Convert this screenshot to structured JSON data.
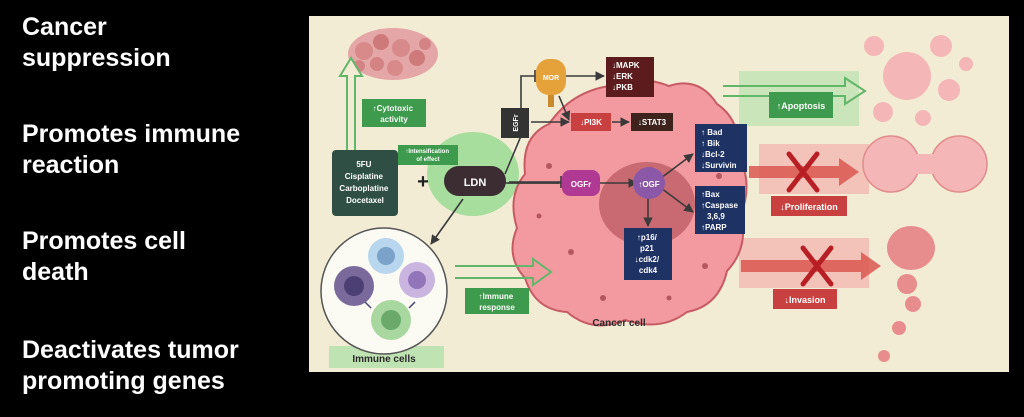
{
  "sidebar": {
    "items": [
      {
        "label": "Cancer\nsuppression"
      },
      {
        "label": "Promotes immune\nreaction"
      },
      {
        "label": "Promotes cell\ndeath"
      },
      {
        "label": "Deactivates tumor\npromoting genes"
      }
    ]
  },
  "diagram": {
    "drug_box": [
      "5FU",
      "Cisplatine",
      "Carboplatine",
      "Docetaxel"
    ],
    "plus": "+",
    "intensification": [
      "↑Intensification",
      "of effect"
    ],
    "cytotoxic": [
      "↑Cytotoxic",
      "activity"
    ],
    "ldn": "LDN",
    "mor": "MOR",
    "egfr": "EGFr",
    "ogfr": "OGFr",
    "ogf": "↑OGF",
    "mapk": [
      "↓MAPK",
      "↓ERK",
      "↓PKB"
    ],
    "pi3k": "↓PI3K",
    "stat3": "↓STAT3",
    "bad_group": [
      "↑ Bad",
      "↑  Bik",
      "↓Bcl-2",
      "↓Survivin"
    ],
    "bax_group": [
      "↑Bax",
      "↑Caspase",
      "3,6,9",
      "↑PARP"
    ],
    "p16_group": [
      "↑p16/",
      "p21",
      "↓cdk2/",
      "cdk4"
    ],
    "apoptosis": "↑Apoptosis",
    "proliferation": "↓Proliferation",
    "invasion": "↓Invasion",
    "immune_response": [
      "↑Immune",
      "response"
    ],
    "cancer_cell": "Cancer cell",
    "immune_cells": "Immune cells"
  },
  "colors": {
    "panel_bg": "#f3ecd5",
    "cancer_cell": "#f29a9f",
    "green_label": "#3e9a4c",
    "dark_green_box": "#2f4f45",
    "navy_box": "#1f3264",
    "red_box": "#c8403f",
    "dark_brown_box": "#3d231c",
    "dark_red_box": "#5c1b1c",
    "mor": "#e6a23a",
    "ogfr": "#b03a93"
  }
}
